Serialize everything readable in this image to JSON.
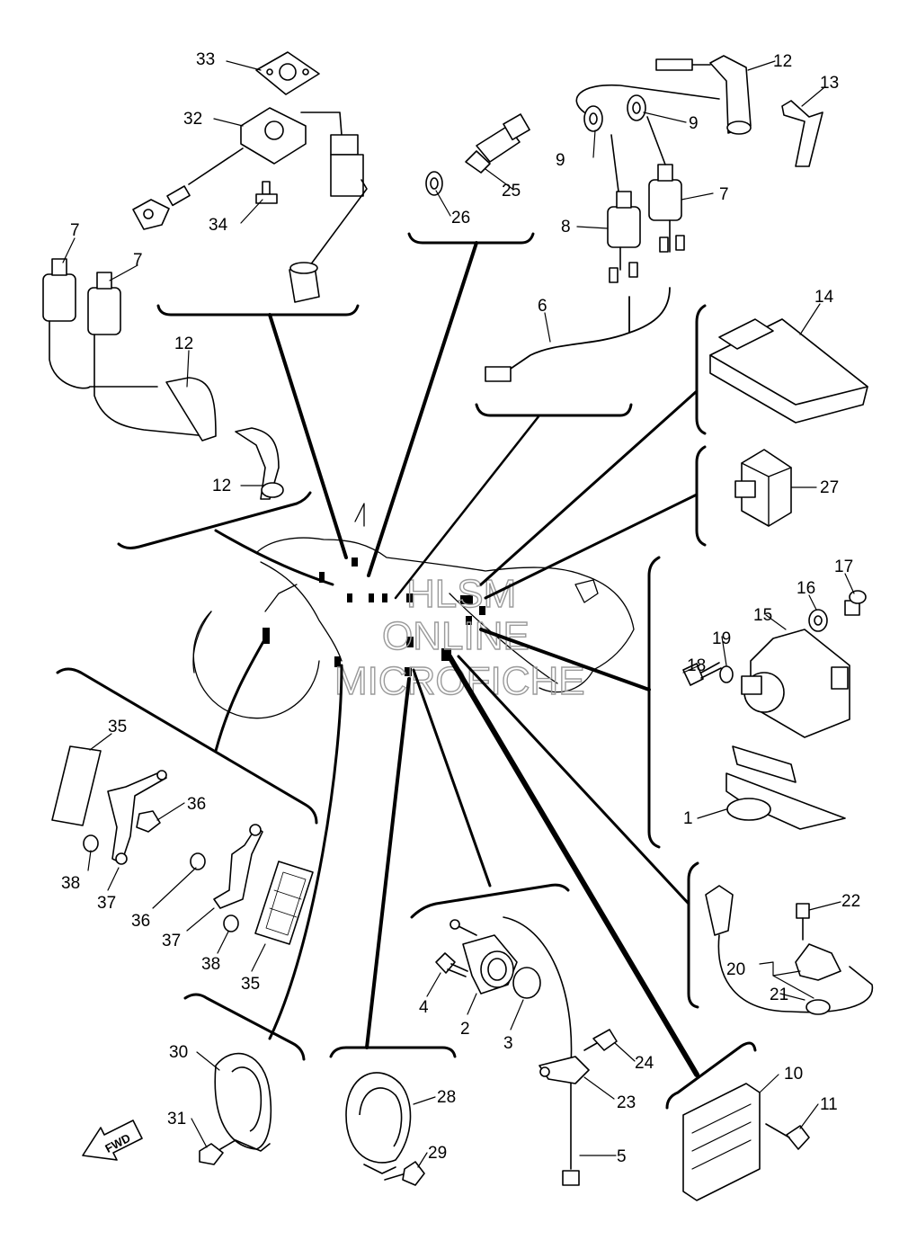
{
  "diagram": {
    "direction_label": "FWD",
    "watermark": [
      "HLSM",
      "ONLINE",
      "MICROFICHE"
    ],
    "callouts": [
      {
        "id": "c33a",
        "text": "33"
      },
      {
        "id": "c32a",
        "text": "32"
      },
      {
        "id": "c34a",
        "text": "34"
      },
      {
        "id": "c25a",
        "text": "25"
      },
      {
        "id": "c26a",
        "text": "26"
      },
      {
        "id": "c12a",
        "text": "12"
      },
      {
        "id": "c13a",
        "text": "13"
      },
      {
        "id": "c9a",
        "text": "9"
      },
      {
        "id": "c9b",
        "text": "9"
      },
      {
        "id": "c7a",
        "text": "7"
      },
      {
        "id": "c8a",
        "text": "8"
      },
      {
        "id": "c6a",
        "text": "6"
      },
      {
        "id": "c7b",
        "text": "7"
      },
      {
        "id": "c7c",
        "text": "7"
      },
      {
        "id": "c12b",
        "text": "12"
      },
      {
        "id": "c12c",
        "text": "12"
      },
      {
        "id": "c14a",
        "text": "14"
      },
      {
        "id": "c27a",
        "text": "27"
      },
      {
        "id": "c17a",
        "text": "17"
      },
      {
        "id": "c16a",
        "text": "16"
      },
      {
        "id": "c15a",
        "text": "15"
      },
      {
        "id": "c19a",
        "text": "19"
      },
      {
        "id": "c18a",
        "text": "18"
      },
      {
        "id": "c1a",
        "text": "1"
      },
      {
        "id": "c35a",
        "text": "35"
      },
      {
        "id": "c36a",
        "text": "36"
      },
      {
        "id": "c38a",
        "text": "38"
      },
      {
        "id": "c37a",
        "text": "37"
      },
      {
        "id": "c36b",
        "text": "36"
      },
      {
        "id": "c37b",
        "text": "37"
      },
      {
        "id": "c38b",
        "text": "38"
      },
      {
        "id": "c35b",
        "text": "35"
      },
      {
        "id": "c22a",
        "text": "22"
      },
      {
        "id": "c20a",
        "text": "20"
      },
      {
        "id": "c21a",
        "text": "21"
      },
      {
        "id": "c4a",
        "text": "4"
      },
      {
        "id": "c2a",
        "text": "2"
      },
      {
        "id": "c3a",
        "text": "3"
      },
      {
        "id": "c24a",
        "text": "24"
      },
      {
        "id": "c23a",
        "text": "23"
      },
      {
        "id": "c5a",
        "text": "5"
      },
      {
        "id": "c30a",
        "text": "30"
      },
      {
        "id": "c31a",
        "text": "31"
      },
      {
        "id": "c28a",
        "text": "28"
      },
      {
        "id": "c29a",
        "text": "29"
      },
      {
        "id": "c10a",
        "text": "10"
      },
      {
        "id": "c11a",
        "text": "11"
      }
    ]
  }
}
